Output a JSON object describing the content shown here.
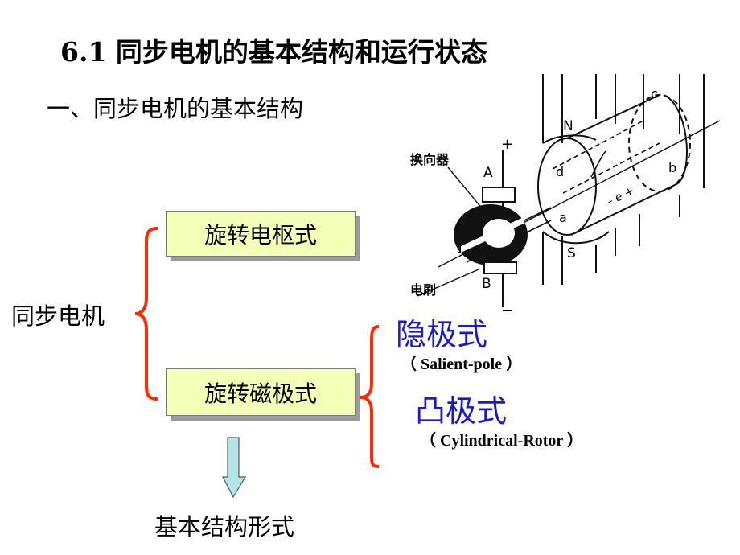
{
  "slide": {
    "title": "6.1 同步电机的基本结构和运行状态",
    "subtitle": "一、同步电机的基本结构"
  },
  "tree": {
    "root_label": "同步电机",
    "branch1": "旋转电枢式",
    "branch2": "旋转磁极式",
    "sub1": "隐极式",
    "sub1_latin": "（ Salient-pole ）",
    "sub2": "凸极式",
    "sub2_latin": "（ Cylindrical-Rotor ）",
    "bottom_label": "基本结构形式"
  },
  "diagram": {
    "commutator": "换向器",
    "brush": "电刷",
    "plus": "+",
    "minus": "−",
    "terminal_a": "A",
    "terminal_b": "B",
    "pole_n": "N",
    "pole_s": "S",
    "coil_a": "a",
    "coil_b": "b",
    "coil_c": "c",
    "coil_d": "d",
    "emf": "– e +"
  },
  "colors": {
    "brace": "#ff2a00",
    "blue_text": "#1a1ac8",
    "box_fill": "#f4ffb8",
    "arrow_fill": "#b4e4e8"
  }
}
